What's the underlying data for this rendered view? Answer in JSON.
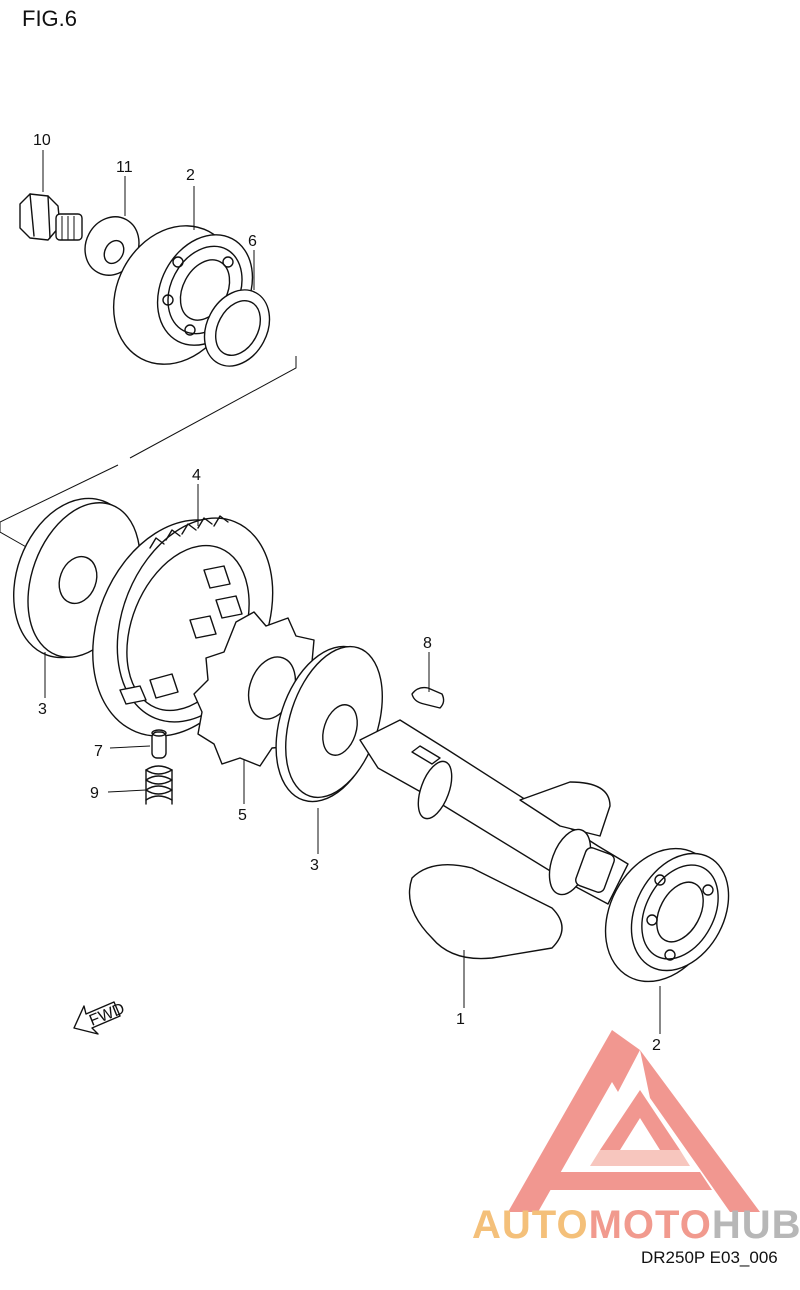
{
  "figure": {
    "title": "FIG.6",
    "code": "DR250P E03_006",
    "fwd_label": "FWD"
  },
  "callouts": [
    {
      "id": "1",
      "part": "crankshaft"
    },
    {
      "id": "2",
      "part": "bearing"
    },
    {
      "id": "2",
      "part": "bearing"
    },
    {
      "id": "3",
      "part": "washer"
    },
    {
      "id": "3",
      "part": "washer"
    },
    {
      "id": "4",
      "part": "balancer-gear"
    },
    {
      "id": "5",
      "part": "damper"
    },
    {
      "id": "6",
      "part": "ring"
    },
    {
      "id": "7",
      "part": "pin"
    },
    {
      "id": "8",
      "part": "key"
    },
    {
      "id": "9",
      "part": "spring"
    },
    {
      "id": "10",
      "part": "bolt"
    },
    {
      "id": "11",
      "part": "washer"
    }
  ],
  "watermark": {
    "text_part1": "AUTO",
    "text_part2": "MOTO",
    "text_part3": "HUB",
    "colors": {
      "auto": "#f4c07a",
      "moto": "#f19a8e",
      "hub": "#b7b7b7",
      "triangle": "#f08c84"
    }
  }
}
